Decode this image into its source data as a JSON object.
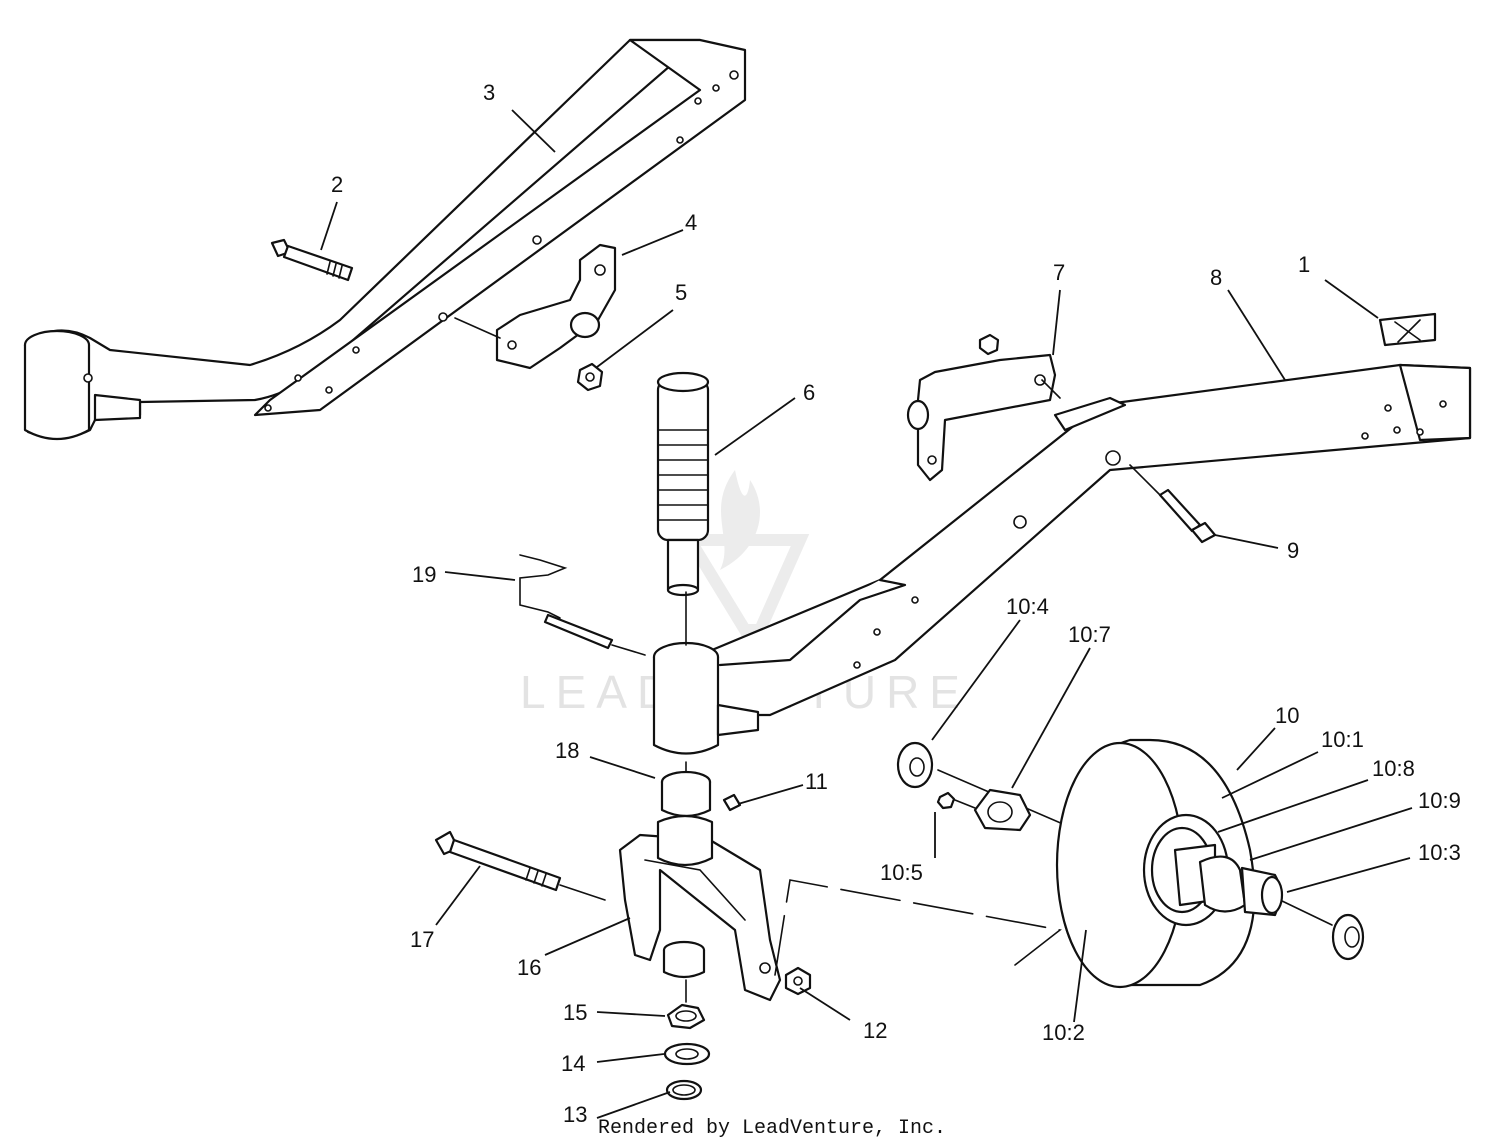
{
  "diagram": {
    "watermark": "LEADVENTURE",
    "credit": "Rendered by LeadVenture, Inc."
  },
  "callouts": {
    "c1": "1",
    "c2": "2",
    "c3": "3",
    "c4": "4",
    "c5": "5",
    "c6": "6",
    "c7": "7",
    "c8": "8",
    "c9": "9",
    "c10": "10",
    "c10_1": "10:1",
    "c10_2": "10:2",
    "c10_3": "10:3",
    "c10_4": "10:4",
    "c10_5": "10:5",
    "c10_7": "10:7",
    "c10_8": "10:8",
    "c10_9": "10:9",
    "c11": "11",
    "c12": "12",
    "c13": "13",
    "c14": "14",
    "c15": "15",
    "c16": "16",
    "c17": "17",
    "c18": "18",
    "c19": "19"
  }
}
